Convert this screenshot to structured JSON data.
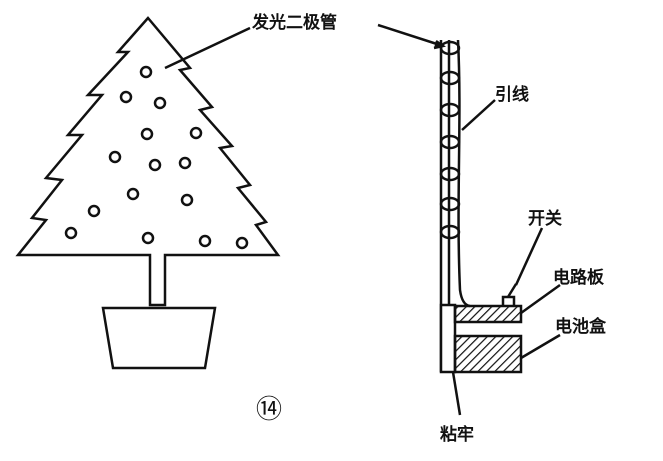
{
  "labels": {
    "led": "发光二极管",
    "lead_wire": "引线",
    "switch": "开关",
    "circuit_board": "电路板",
    "battery_box": "电池盒",
    "glue": "粘牢",
    "figure_number": "⑭"
  },
  "colors": {
    "ink": "#111111",
    "background": "#ffffff"
  }
}
